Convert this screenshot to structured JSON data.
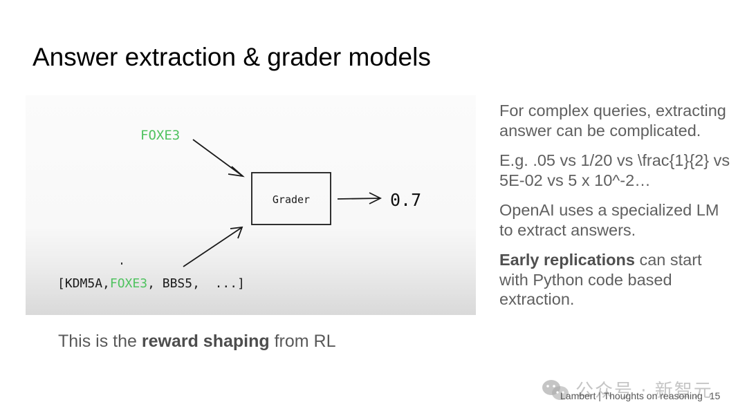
{
  "slide": {
    "title": "Answer extraction & grader models",
    "page_number": "15"
  },
  "diagram": {
    "top_input": "FOXE3",
    "grader_label": "Grader",
    "output_score": "0.7",
    "list_open": "[",
    "list_item_1": "KDM5A,",
    "list_item_2": "FOXE3",
    "list_item_3": ", BBS5,  ...",
    "list_close": "]",
    "highlight_color": "#4fc25f"
  },
  "caption": {
    "prefix": "This is the ",
    "bold": "reward shaping",
    "suffix": " from RL"
  },
  "side_notes": {
    "p1": "For complex queries, extracting answer can be complicated.",
    "p2": "E.g. .05 vs 1/20 vs \\frac{1}{2} vs 5E-02 vs 5 x 10^-2…",
    "p3": "OpenAI uses a specialized LM to extract answers.",
    "p4_bold": "Early replications",
    "p4_rest": " can start with Python code based extraction."
  },
  "footer": {
    "text": "Lambert | Thoughts on reasoning"
  },
  "watermark": {
    "icon": "wechat-icon",
    "text": "公众号 · 新智元"
  }
}
